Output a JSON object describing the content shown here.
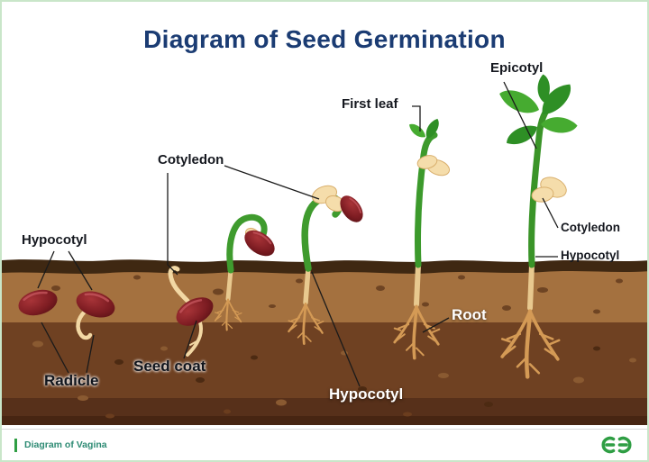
{
  "title": "Diagram of Seed Germination",
  "labels": {
    "hypocotyl_left": "Hypocotyl",
    "radicle": "Radicle",
    "seed_coat": "Seed coat",
    "cotyledon_left": "Cotyledon",
    "first_leaf": "First leaf",
    "epicotyl": "Epicotyl",
    "hypocotyl_bottom": "Hypocotyl",
    "root": "Root",
    "cotyledon_right": "Cotyledon",
    "hypocotyl_right": "Hypocotyl"
  },
  "footer": {
    "source": "Diagram of Vagina",
    "logo_icon": "geeksforgeeks-monogram"
  },
  "colors": {
    "title_navy": "#1b3c73",
    "soil_light": "#a4713f",
    "soil_mid": "#6f4122",
    "soil_dark": "#3f2812",
    "stem_green": "#3a9a2a",
    "leaf_green": "#2e8f25",
    "cotyledon_cream": "#f5ddab",
    "seed_maroon": "#7d1c22",
    "root_tan": "#d49a55",
    "footer_green": "#2f9e44",
    "footer_text_teal": "#2e8b74",
    "border_green": "#c9e6c9"
  }
}
